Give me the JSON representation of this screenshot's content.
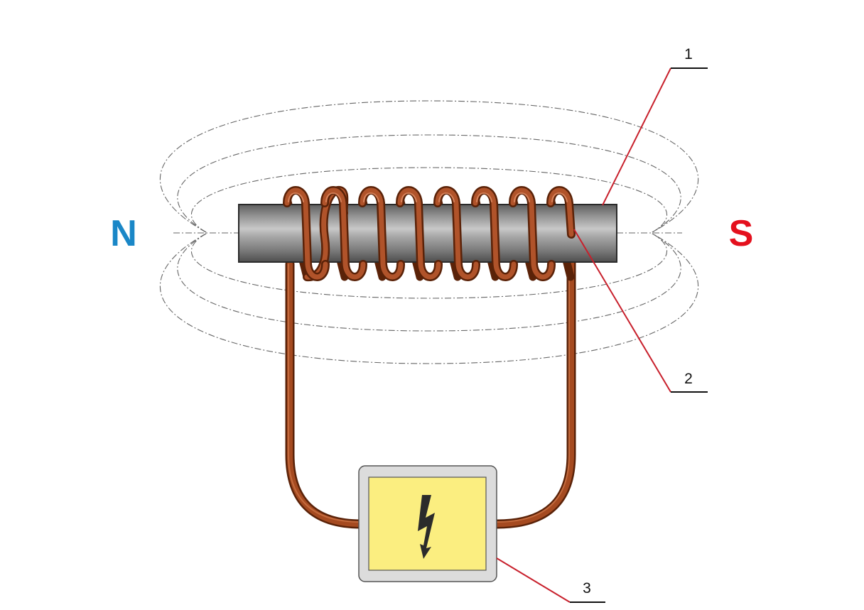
{
  "poles": {
    "north": "N",
    "south": "S"
  },
  "callouts": {
    "c1": "1",
    "c2": "2",
    "c3": "3"
  },
  "colors": {
    "north": "#1a87c7",
    "south": "#e4101d",
    "leader": "#c8202c",
    "copper": "#8e3b19",
    "core": "#8c8c8c",
    "field": "#666666",
    "source_frame": "#dcdcdc",
    "source_face": "#fbee80"
  },
  "icons": {
    "power_source": "lightning-bolt-icon"
  }
}
